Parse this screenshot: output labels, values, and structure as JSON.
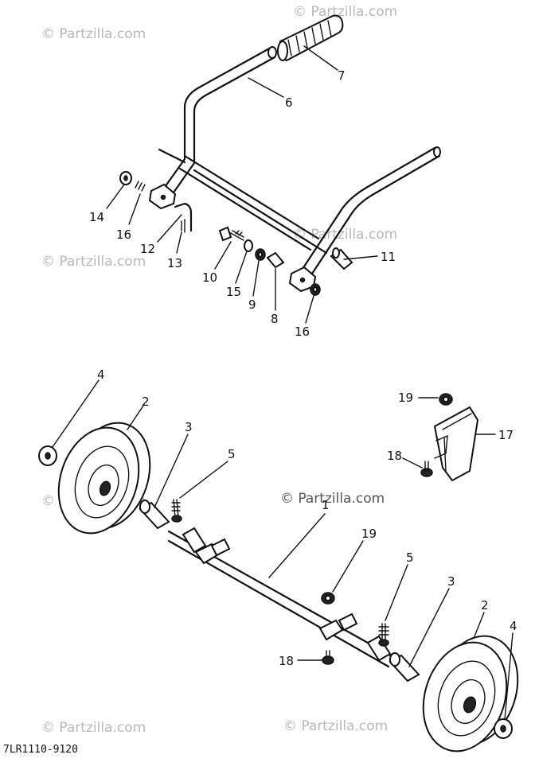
{
  "watermark": "© Partzilla.com",
  "drawing_code": "7LR1110-9120",
  "callouts": {
    "p1": "1",
    "p2a": "2",
    "p2b": "2",
    "p3a": "3",
    "p3b": "3",
    "p4a": "4",
    "p4b": "4",
    "p5a": "5",
    "p5b": "5",
    "p6": "6",
    "p7": "7",
    "p8": "8",
    "p9": "9",
    "p10": "10",
    "p11": "11",
    "p12": "12",
    "p13": "13",
    "p14": "14",
    "p15": "15",
    "p16a": "16",
    "p16b": "16",
    "p17": "17",
    "p18a": "18",
    "p18b": "18",
    "p19a": "19",
    "p19b": "19"
  }
}
